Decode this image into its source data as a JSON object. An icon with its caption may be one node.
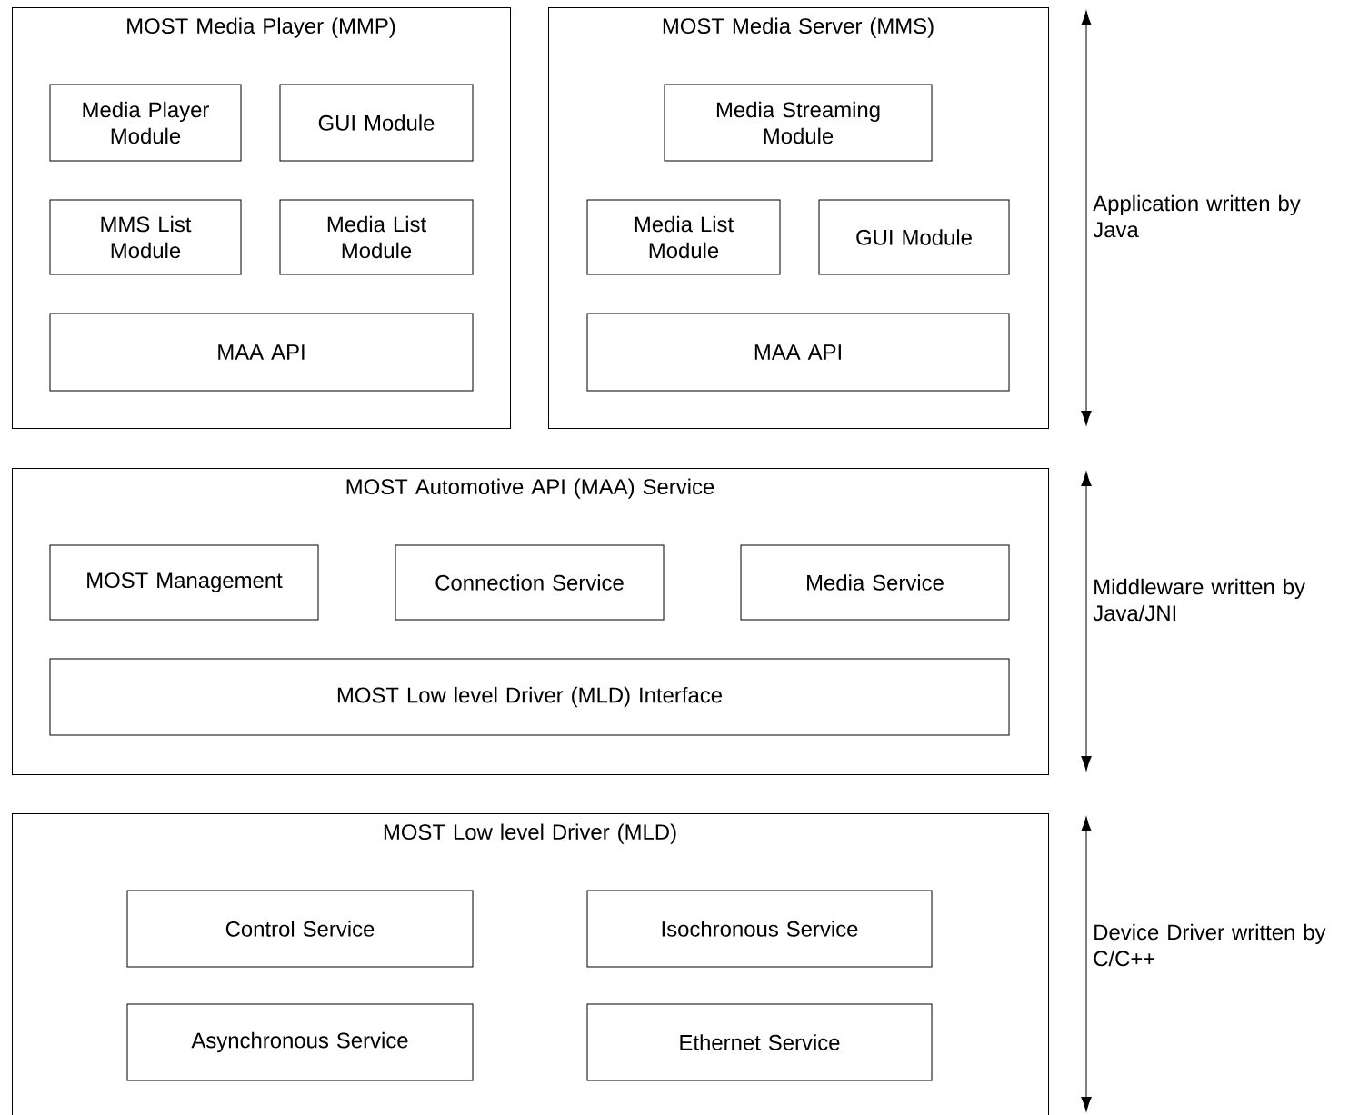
{
  "diagram": {
    "nodes": [
      {
        "text": [
          "MOST Media Player (MMP)"
        ]
      },
      {
        "text": [
          "Media Player Module"
        ],
        "in": 0
      },
      {
        "text": [
          "GUI Module"
        ],
        "in": 0
      },
      {
        "text": [
          "MMS List Module"
        ],
        "in": 0
      },
      {
        "text": [
          "Media List Module"
        ],
        "in": 0
      },
      {
        "text": [
          "MAA API"
        ],
        "in": 0
      },
      {
        "text": [
          "MOST Media Server (MMS)"
        ]
      },
      {
        "text": [
          "Media Streaming Module"
        ],
        "in": 6
      },
      {
        "text": [
          "Media List Module"
        ],
        "in": 6
      },
      {
        "text": [
          "GUI Module"
        ],
        "in": 6
      },
      {
        "text": [
          "MAA API"
        ],
        "in": 6
      },
      {
        "text": [
          "MOST Automotive API (MAA) Service"
        ]
      },
      {
        "text": [
          "MOST Management"
        ],
        "in": 11
      },
      {
        "text": [
          "Connection Service"
        ],
        "in": 11
      },
      {
        "text": [
          "Media Service"
        ],
        "in": 11
      },
      {
        "text": [
          "MOST Low level Driver (MLD) Interface"
        ],
        "in": 11
      },
      {
        "text": [
          "MOST Low level Driver (MLD)"
        ]
      },
      {
        "text": [
          "Control Service"
        ],
        "in": 16
      },
      {
        "text": [
          "Isochronous Service"
        ],
        "in": 16
      },
      {
        "text": [
          "Asynchronous Service"
        ],
        "in": 16
      },
      {
        "text": [
          "Ethernet Service"
        ],
        "in": 16
      }
    ],
    "edges": [],
    "labels": [
      "Application written by Java",
      "Middleware written by Java/JNI",
      "Device Driver written by C/C++"
    ]
  }
}
